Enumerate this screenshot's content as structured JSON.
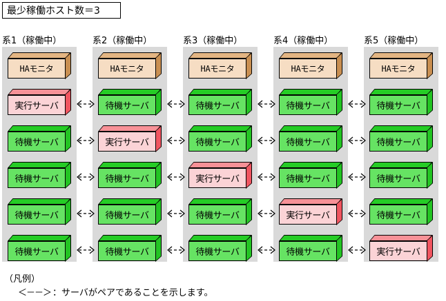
{
  "title": {
    "text": "最少稼働ホスト数＝3"
  },
  "columns": [
    {
      "header": "系1（稼働中）",
      "monitor": "HAモニタ",
      "servers": [
        "実行サーバ",
        "待機サーバ",
        "待機サーバ",
        "待機サーバ",
        "待機サーバ"
      ],
      "states": [
        "active",
        "standby",
        "standby",
        "standby",
        "standby"
      ]
    },
    {
      "header": "系2（稼働中）",
      "monitor": "HAモニタ",
      "servers": [
        "待機サーバ",
        "実行サーバ",
        "待機サーバ",
        "待機サーバ",
        "待機サーバ"
      ],
      "states": [
        "standby",
        "active",
        "standby",
        "standby",
        "standby"
      ]
    },
    {
      "header": "系3（稼働中）",
      "monitor": "HAモニタ",
      "servers": [
        "待機サーバ",
        "待機サーバ",
        "実行サーバ",
        "待機サーバ",
        "待機サーバ"
      ],
      "states": [
        "standby",
        "standby",
        "active",
        "standby",
        "standby"
      ]
    },
    {
      "header": "系4（稼働中）",
      "monitor": "HAモニタ",
      "servers": [
        "待機サーバ",
        "待機サーバ",
        "待機サーバ",
        "実行サーバ",
        "待機サーバ"
      ],
      "states": [
        "standby",
        "standby",
        "standby",
        "active",
        "standby"
      ]
    },
    {
      "header": "系5（稼働中）",
      "monitor": "HAモニタ",
      "servers": [
        "待機サーバ",
        "待機サーバ",
        "待機サーバ",
        "待機サーバ",
        "実行サーバ"
      ],
      "states": [
        "standby",
        "standby",
        "standby",
        "standby",
        "active"
      ]
    }
  ],
  "legend": {
    "title": "（凡例）",
    "arrow_glyph": "＜－－＞",
    "description": "：サーバがペアであることを示します。"
  },
  "colors": {
    "panel_background": "#d9d9d9",
    "monitor_front": "#f6ddc3",
    "monitor_top": "#e3b583",
    "monitor_side": "#c98f51",
    "standby_front": "#66e363",
    "standby_top": "#25cc25",
    "standby_side": "#23c423",
    "active_front": "#fbd3d6",
    "active_top": "#f79197",
    "active_side": "#f05560",
    "outline": "#000000",
    "page_background": "#ffffff"
  }
}
